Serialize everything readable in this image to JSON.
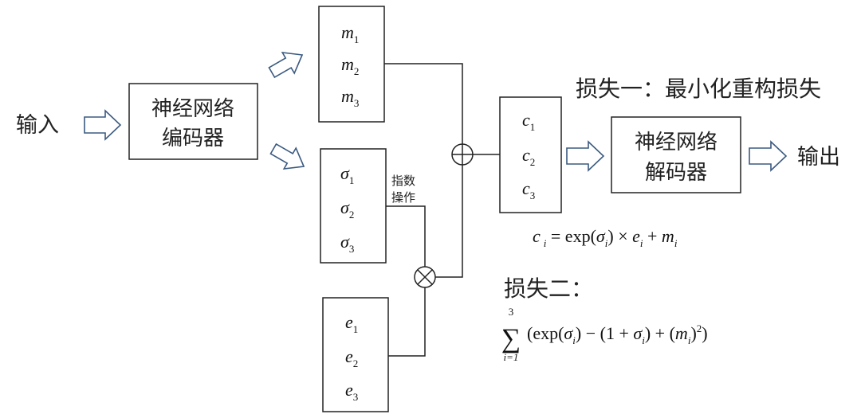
{
  "input_label": "输入",
  "output_label": "输出",
  "encoder": {
    "line1": "神经网络",
    "line2": "编码器"
  },
  "decoder": {
    "line1": "神经网络",
    "line2": "解码器"
  },
  "m_vars": [
    {
      "base": "m",
      "sub": "1"
    },
    {
      "base": "m",
      "sub": "2"
    },
    {
      "base": "m",
      "sub": "3"
    }
  ],
  "sigma_vars": [
    {
      "base": "σ",
      "sub": "1"
    },
    {
      "base": "σ",
      "sub": "2"
    },
    {
      "base": "σ",
      "sub": "3"
    }
  ],
  "e_vars": [
    {
      "base": "e",
      "sub": "1"
    },
    {
      "base": "e",
      "sub": "2"
    },
    {
      "base": "e",
      "sub": "3"
    }
  ],
  "c_vars": [
    {
      "base": "c",
      "sub": "1"
    },
    {
      "base": "c",
      "sub": "2"
    },
    {
      "base": "c",
      "sub": "3"
    }
  ],
  "exp_op": {
    "line1": "指数",
    "line2": "操作"
  },
  "plus_symbol": "⊕",
  "times_symbol": "⊗",
  "loss1_label": "损失一：最小化重构损失",
  "loss2_label": "损失二：",
  "formula_c": {
    "c": "c",
    "sub_i": "i",
    "eq": " = exp(",
    "sigma": "σ",
    "mid": ") × ",
    "e": "e",
    "plus": " + ",
    "m": "m"
  },
  "formula_loss2": {
    "sum": "∑",
    "upper": "3",
    "lower": "i=1",
    "body1": "(exp(",
    "sigma": "σ",
    "body2": ") − (1 + ",
    "body3": ") + (",
    "m": "m",
    "body4": ")",
    "sup": "2",
    "body5": ")"
  }
}
